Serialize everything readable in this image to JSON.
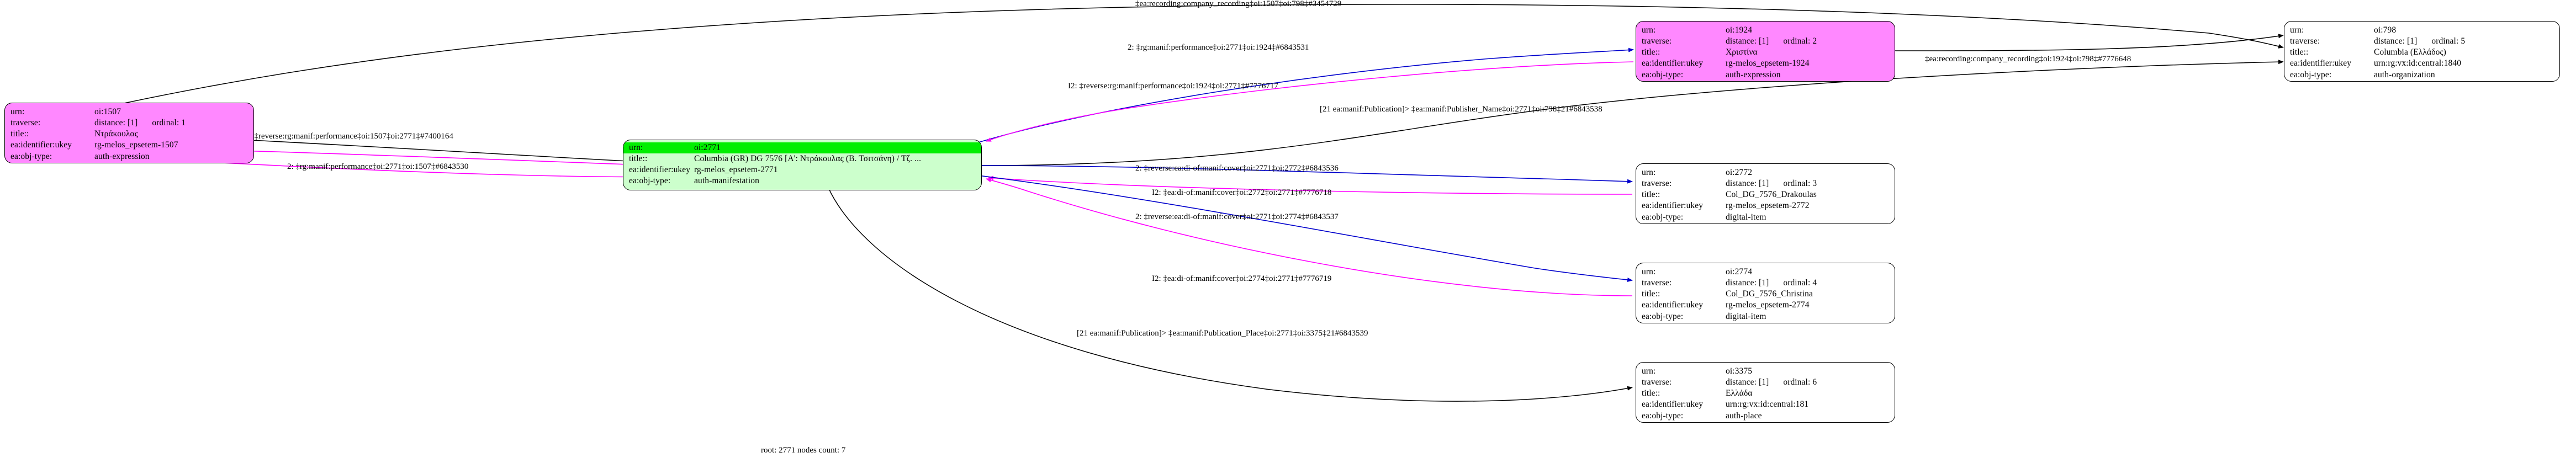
{
  "graph": {
    "footer": "root: 2771 nodes count: 7",
    "field_labels": {
      "urn": "urn:",
      "traverse": "traverse:",
      "title": "title::",
      "ukey": "ea:identifier:ukey",
      "objtype": "ea:obj-type:"
    },
    "colors": {
      "magenta": "#ff88ff",
      "green_fill": "#ccffcc",
      "green_highlight": "#00ee00",
      "edge_blue": "#0000cc",
      "edge_magenta": "#ff00ff",
      "edge_black": "#000000",
      "node_border": "#000000"
    },
    "nodes": [
      {
        "id": "n1507",
        "style": "magenta",
        "urn": "oi:1507",
        "traverse": "distance: [1]",
        "ordinal": "ordinal: 1",
        "title": "Ντράκουλας",
        "ukey": "rg-melos_epsetem-1507",
        "objtype": "auth-expression"
      },
      {
        "id": "n2771",
        "style": "green",
        "urn": "oi:2771",
        "traverse": "",
        "ordinal": "",
        "title": "Columbia (GR) DG 7576 [Α': Ντράκουλας (Β. Τσιτσάνη) / Τζ. ...",
        "ukey": "rg-melos_epsetem-2771",
        "objtype": "auth-manifestation"
      },
      {
        "id": "n1924",
        "style": "magenta",
        "urn": "oi:1924",
        "traverse": "distance: [1]",
        "ordinal": "ordinal: 2",
        "title": "Χριστίνα",
        "ukey": "rg-melos_epsetem-1924",
        "objtype": "auth-expression"
      },
      {
        "id": "n2772",
        "style": "white",
        "urn": "oi:2772",
        "traverse": "distance: [1]",
        "ordinal": "ordinal: 3",
        "title": "Col_DG_7576_Drakoulas",
        "ukey": "rg-melos_epsetem-2772",
        "objtype": "digital-item"
      },
      {
        "id": "n2774",
        "style": "white",
        "urn": "oi:2774",
        "traverse": "distance: [1]",
        "ordinal": "ordinal: 4",
        "title": "Col_DG_7576_Christina",
        "ukey": "rg-melos_epsetem-2774",
        "objtype": "digital-item"
      },
      {
        "id": "n798",
        "style": "white",
        "urn": "oi:798",
        "traverse": "distance: [1]",
        "ordinal": "ordinal: 5",
        "title": "Columbia (Ελλάδος)",
        "ukey": "urn:rg:vx:id:central:1840",
        "objtype": "auth-organization"
      },
      {
        "id": "n3375",
        "style": "white",
        "urn": "oi:3375",
        "traverse": "distance: [1]",
        "ordinal": "ordinal: 6",
        "title": "Ελλάδα",
        "ukey": "urn:rg:vx:id:central:181",
        "objtype": "auth-place"
      }
    ],
    "edge_labels": {
      "e_top_company_1507_798": "‡ea:recording:company_recording‡oi:1507‡oi:798‡#3454729",
      "e_perf_2771_1924": "2: ‡rg:manif:performance‡oi:2771‡oi:1924‡#6843531",
      "e_rev_perf_1924_2771": "I2: ‡reverse:rg:manif:performance‡oi:1924‡oi:2771‡#7776717",
      "e_company_1924_798": "‡ea:recording:company_recording‡oi:1924‡oi:798‡#7776648",
      "e_publisher_name": "[21 ea:manif:Publication]> ‡ea:manif:Publisher_Name‡oi:2771‡oi:798‡21#6843538",
      "e_rev_perf_1507_2771": "I2: ‡reverse:rg:manif:performance‡oi:1507‡oi:2771‡#7400164",
      "e_perf_2771_1507": "2: ‡rg:manif:performance‡oi:2771‡oi:1507‡#6843530",
      "e_rev_cover_2771_2772": "2: ‡reverse:ea:di-of:manif:cover‡oi:2771‡oi:2772‡#6843536",
      "e_cover_2772_2771": "I2: ‡ea:di-of:manif:cover‡oi:2772‡oi:2771‡#7776718",
      "e_rev_cover_2771_2774": "2: ‡reverse:ea:di-of:manif:cover‡oi:2771‡oi:2774‡#6843537",
      "e_cover_2774_2771": "I2: ‡ea:di-of:manif:cover‡oi:2774‡oi:2771‡#7776719",
      "e_publication_place": "[21 ea:manif:Publication]> ‡ea:manif:Publication_Place‡oi:2771‡oi:3375‡21#6843539"
    }
  }
}
